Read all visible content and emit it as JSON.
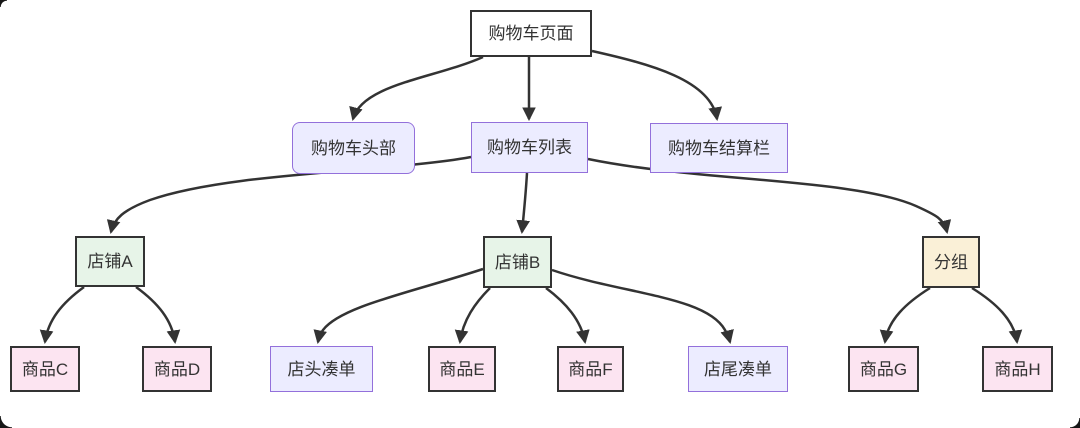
{
  "diagram": {
    "type": "flowchart",
    "direction": "top-down",
    "nodes": {
      "cart_page": {
        "label": "购物车页面",
        "shape": "rectangle",
        "style": "plain"
      },
      "cart_header": {
        "label": "购物车头部",
        "shape": "rounded",
        "style": "lavender"
      },
      "cart_list": {
        "label": "购物车列表",
        "shape": "rectangle",
        "style": "lavender"
      },
      "cart_checkout": {
        "label": "购物车结算栏",
        "shape": "rectangle",
        "style": "lavender"
      },
      "shop_a": {
        "label": "店铺A",
        "shape": "rectangle",
        "style": "green"
      },
      "shop_b": {
        "label": "店铺B",
        "shape": "rectangle",
        "style": "green"
      },
      "group": {
        "label": "分组",
        "shape": "rectangle",
        "style": "yellow"
      },
      "item_c": {
        "label": "商品C",
        "shape": "rectangle",
        "style": "pink"
      },
      "item_d": {
        "label": "商品D",
        "shape": "rectangle",
        "style": "pink"
      },
      "head_addon": {
        "label": "店头凑单",
        "shape": "rectangle",
        "style": "lavender"
      },
      "item_e": {
        "label": "商品E",
        "shape": "rectangle",
        "style": "pink"
      },
      "item_f": {
        "label": "商品F",
        "shape": "rectangle",
        "style": "pink"
      },
      "tail_addon": {
        "label": "店尾凑单",
        "shape": "rectangle",
        "style": "lavender"
      },
      "item_g": {
        "label": "商品G",
        "shape": "rectangle",
        "style": "pink"
      },
      "item_h": {
        "label": "商品H",
        "shape": "rectangle",
        "style": "pink"
      }
    },
    "edges": [
      {
        "from": "购物车页面",
        "to": "购物车头部"
      },
      {
        "from": "购物车页面",
        "to": "购物车列表"
      },
      {
        "from": "购物车页面",
        "to": "购物车结算栏"
      },
      {
        "from": "购物车列表",
        "to": "店铺A"
      },
      {
        "from": "购物车列表",
        "to": "店铺B"
      },
      {
        "from": "购物车列表",
        "to": "分组"
      },
      {
        "from": "店铺A",
        "to": "商品C"
      },
      {
        "from": "店铺A",
        "to": "商品D"
      },
      {
        "from": "店铺B",
        "to": "店头凑单"
      },
      {
        "from": "店铺B",
        "to": "商品E"
      },
      {
        "from": "店铺B",
        "to": "商品F"
      },
      {
        "from": "店铺B",
        "to": "店尾凑单"
      },
      {
        "from": "分组",
        "to": "商品G"
      },
      {
        "from": "分组",
        "to": "商品H"
      }
    ]
  },
  "colors": {
    "edge_color": "#333333",
    "text_color": "#333333",
    "dark_stroke": "#333333",
    "plain_fill": "#ffffff",
    "lavender_fill": "#ECECFF",
    "lavender_stroke": "#9370DB",
    "green_fill": "#E7F4E8",
    "yellow_fill": "#FAF0D7",
    "pink_fill": "#FCE4F1"
  }
}
